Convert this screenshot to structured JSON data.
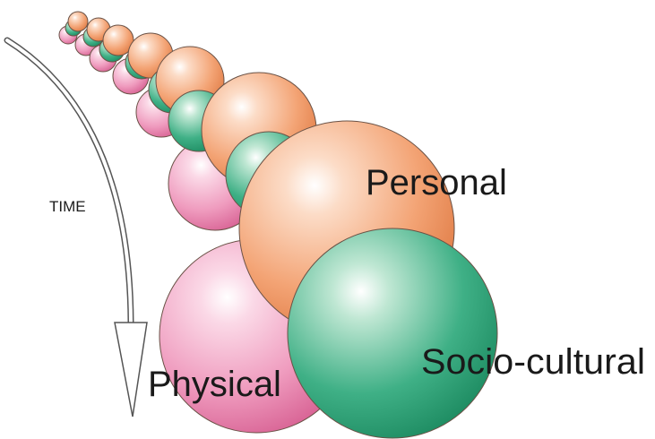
{
  "diagram": {
    "time_label": "TIME",
    "labels": {
      "personal": "Personal",
      "socio_cultural": "Socio-cultural",
      "physical": "Physical"
    },
    "colors": {
      "personal": "#f2a071",
      "socio_cultural": "#3fb086",
      "physical": "#ec8ab1",
      "outline": "#5a4a40"
    }
  }
}
